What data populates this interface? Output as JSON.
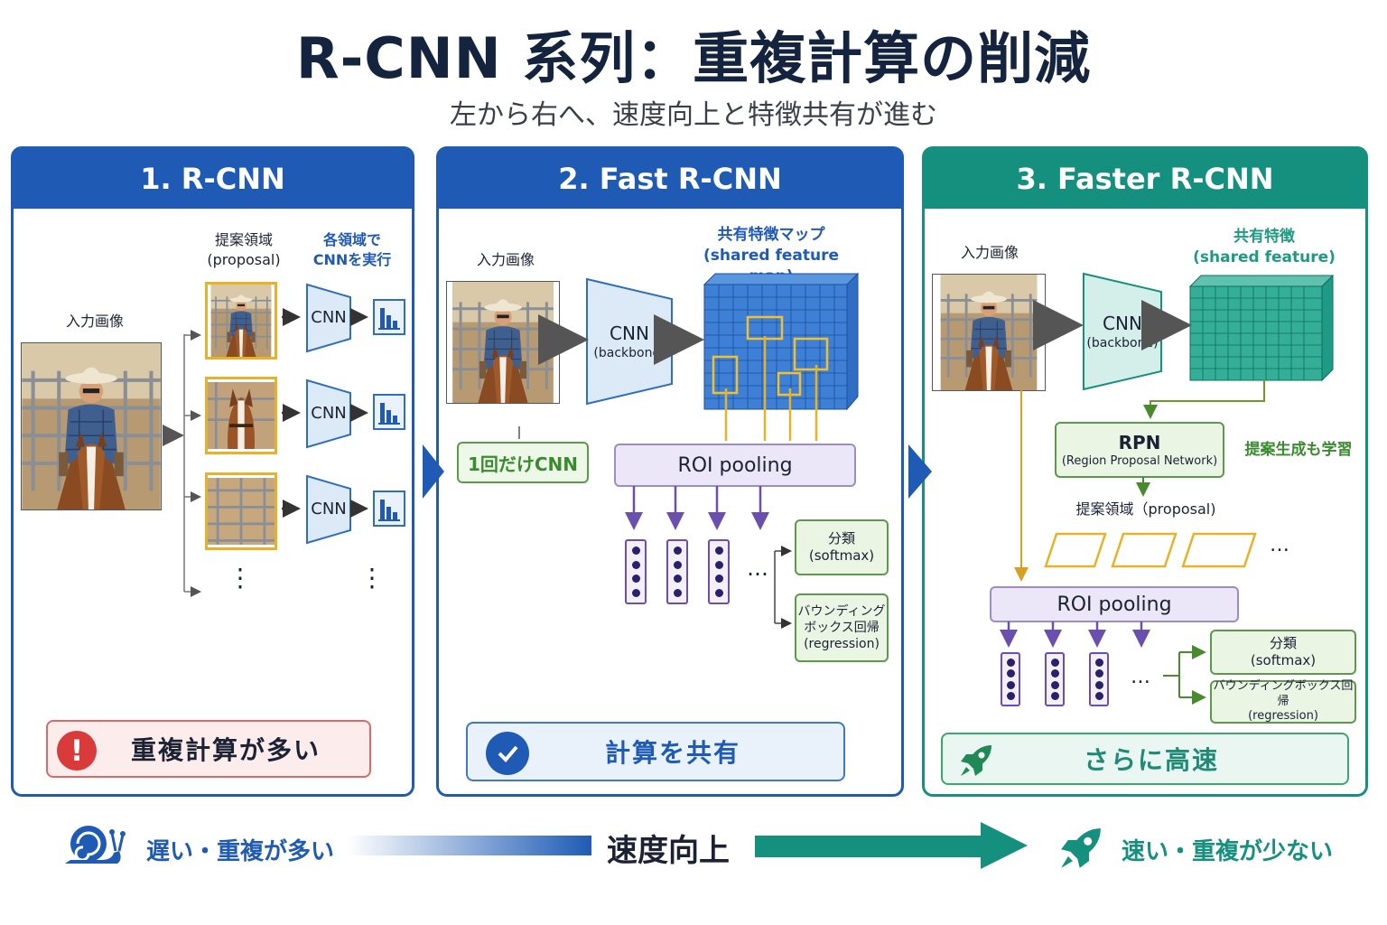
{
  "title": "R-CNN 系列：重複計算の削減",
  "subtitle": "左から右へ、速度向上と特徴共有が進む",
  "colors": {
    "blue": "#1f5bb5",
    "teal": "#16907e",
    "red": "#d93a3a",
    "green": "#3a8a2e",
    "purple": "#6a4fae",
    "yellow": "#e8b228"
  },
  "panel1": {
    "header": "1. R-CNN",
    "input_label": "入力画像",
    "proposal_label": "提案領域\n(proposal)",
    "cnn_each_label": "各領域で\nCNNを実行",
    "cnn": "CNN",
    "dots": "⋮",
    "bottom": "重複計算が多い"
  },
  "panel2": {
    "header": "2. Fast R-CNN",
    "input_label": "入力画像",
    "cnn": "CNN",
    "cnn_sub": "(backbone)",
    "feature_label": "共有特徴マップ\n(shared feature map)",
    "once_label": "1回だけCNN",
    "roi": "ROI pooling",
    "ellipsis": "…",
    "cls": "分類\n(softmax)",
    "reg": "バウンディング\nボックス回帰\n(regression)",
    "bottom": "計算を共有"
  },
  "panel3": {
    "header": "3. Faster R-CNN",
    "input_label": "入力画像",
    "cnn": "CNN",
    "cnn_sub": "(backbone)",
    "feature_label": "共有特徴\n(shared feature)",
    "rpn": "RPN",
    "rpn_sub": "(Region Proposal Network)",
    "rpn_note": "提案生成も学習",
    "proposal_label": "提案領域（proposal)",
    "ellipsis": "…",
    "roi": "ROI pooling",
    "cls": "分類\n(softmax)",
    "reg": "バウンディングボックス回帰\n(regression)",
    "bottom": "さらに高速"
  },
  "footer": {
    "left": "遅い・重複が多い",
    "center": "速度向上",
    "right": "速い・重複が少ない"
  },
  "icons": {
    "warning": "exclamation-icon",
    "check": "check-icon",
    "rocket": "rocket-icon",
    "snail": "snail-icon",
    "chart": "bar-chart-icon"
  }
}
